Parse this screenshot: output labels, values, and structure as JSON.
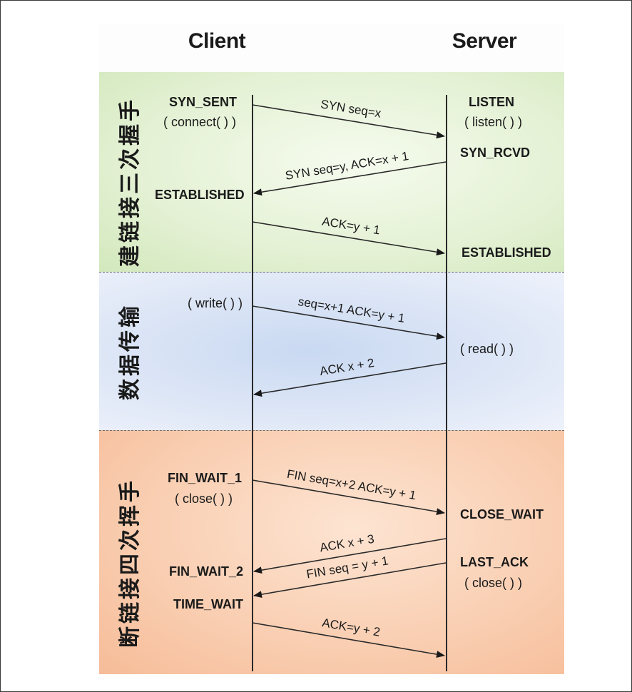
{
  "headers": {
    "client": "Client",
    "server": "Server"
  },
  "phases": {
    "handshake": "建链接三次握手",
    "transfer": "数据传输",
    "teardown": "断链接四次挥手"
  },
  "client_labels": {
    "syn_sent": "SYN_SENT",
    "connect_call": "( connect( ) )",
    "established": "ESTABLISHED",
    "write_call": "( write( ) )",
    "fin_wait_1": "FIN_WAIT_1",
    "close_call": "( close( ) )",
    "fin_wait_2": "FIN_WAIT_2",
    "time_wait": "TIME_WAIT"
  },
  "server_labels": {
    "listen": "LISTEN",
    "listen_call": "( listen( ) )",
    "syn_rcvd": "SYN_RCVD",
    "established": "ESTABLISHED",
    "read_call": "( read( ) )",
    "close_wait": "CLOSE_WAIT",
    "last_ack": "LAST_ACK",
    "close_call": "( close( ) )"
  },
  "messages": [
    {
      "text": "SYN seq=x",
      "from": "client"
    },
    {
      "text": "SYN seq=y, ACK=x + 1",
      "from": "server"
    },
    {
      "text": "ACK=y + 1",
      "from": "client"
    },
    {
      "text": "seq=x+1 ACK=y + 1",
      "from": "client"
    },
    {
      "text": "ACK x + 2",
      "from": "server"
    },
    {
      "text": "FIN seq=x+2 ACK=y + 1",
      "from": "client"
    },
    {
      "text": "ACK x + 3",
      "from": "server"
    },
    {
      "text": "FIN seq = y + 1",
      "from": "server"
    },
    {
      "text": "ACK=y + 2",
      "from": "client"
    }
  ],
  "colors": {
    "handshake_band": "#e4f1d4",
    "transfer_band": "#dde6f6",
    "teardown_band": "#f9cdb0",
    "line": "#2a2a2a"
  }
}
